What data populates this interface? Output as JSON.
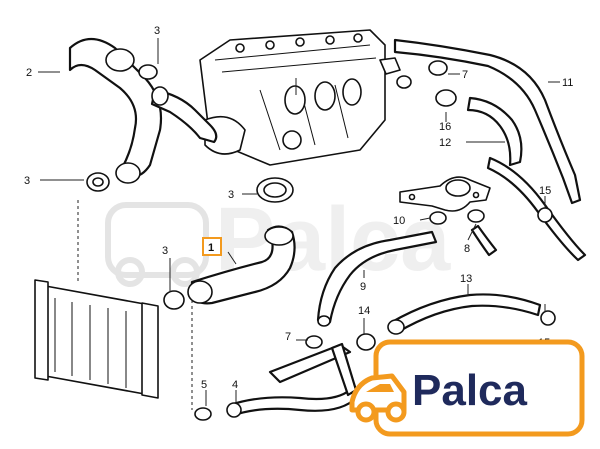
{
  "diagram": {
    "callouts": {
      "c1": "1",
      "c2": "2",
      "c3a": "3",
      "c3b": "3",
      "c3c": "3",
      "c3d": "3",
      "c4": "4",
      "c5": "5",
      "c7a": "7",
      "c7b": "7",
      "c8": "8",
      "c9": "9",
      "c10": "10",
      "c11": "11",
      "c12": "12",
      "c13": "13",
      "c14": "14",
      "c15a": "15",
      "c15b": "15",
      "c16": "16"
    },
    "highlighted_part": "1",
    "highlight_color": "#f39a1e"
  },
  "logo": {
    "brand_text": "Palca",
    "brand_color": "#1f2a5c",
    "accent_color": "#f39a1e",
    "icon": "car-icon"
  },
  "watermark": {
    "text": "Palca"
  }
}
